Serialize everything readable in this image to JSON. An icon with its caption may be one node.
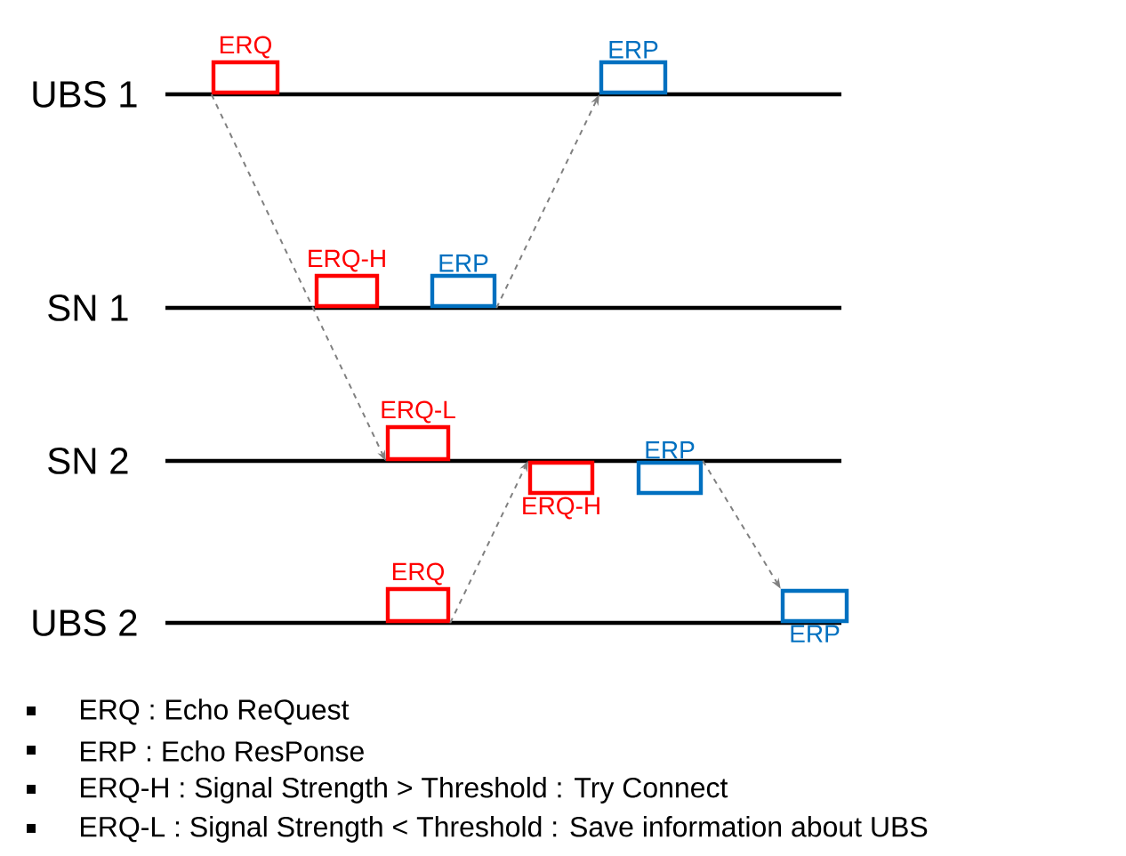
{
  "diagram": {
    "nodes": [
      {
        "text": [
          "ERQ"
        ]
      },
      {
        "text": [
          "ERP"
        ]
      },
      {
        "text": [
          "ERQ-H"
        ]
      },
      {
        "text": [
          "ERP"
        ]
      },
      {
        "text": [
          "ERQ-L"
        ]
      },
      {
        "text": [
          "ERQ-H"
        ]
      },
      {
        "text": [
          "ERP"
        ]
      },
      {
        "text": [
          "ERQ"
        ]
      },
      {
        "text": [
          "ERP"
        ]
      }
    ],
    "edges": [
      {
        "from": 0,
        "to": 4,
        "arrow": "to",
        "style": "dashed"
      },
      {
        "from": 3,
        "to": 1,
        "arrow": "to",
        "style": "dashed"
      },
      {
        "from": 7,
        "to": 5,
        "arrow": "to",
        "style": "dashed"
      },
      {
        "from": 6,
        "to": 8,
        "arrow": "to",
        "style": "dashed"
      }
    ],
    "labels": [
      "UBS 1",
      "SN 1",
      "SN 2",
      "UBS 2",
      "ERQ : Echo ReQuest",
      "ERP : Echo ResPonse",
      "ERQ-H : Signal Strength > Threshold : Try Connect",
      "ERQ-L : Signal Strength < Threshold : Save information about UBS"
    ]
  }
}
